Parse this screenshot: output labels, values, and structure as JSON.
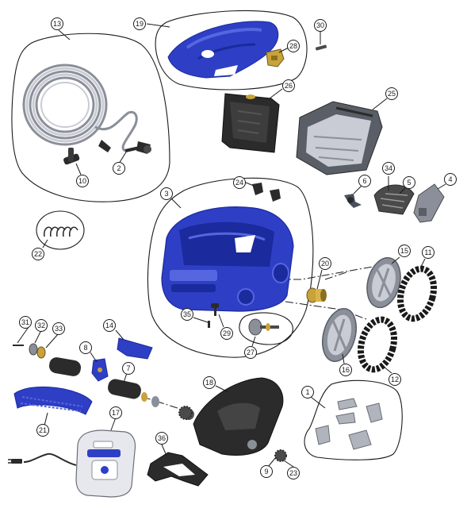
{
  "colors": {
    "blue_dark": "#1b2a9c",
    "blue_mid": "#2e3fc6",
    "blue_light": "#5566e0",
    "gray_dark": "#2b2b2b",
    "gray_mid": "#8a8f99",
    "gray_light": "#c9ccd4",
    "brass": "#c9a23a",
    "outline": "#1a1a1a"
  },
  "callouts": [
    {
      "id": "cable-assembly",
      "label": "13"
    },
    {
      "id": "top-cover",
      "label": "19"
    },
    {
      "id": "latch-clip",
      "label": "28"
    },
    {
      "id": "small-screw",
      "label": "30"
    },
    {
      "id": "swivel",
      "label": "10"
    },
    {
      "id": "cable-connector",
      "label": "2"
    },
    {
      "id": "filter-basket-frame",
      "label": "26"
    },
    {
      "id": "filter-canister",
      "label": "25"
    },
    {
      "id": "chassis-body",
      "label": "3"
    },
    {
      "id": "body-clips",
      "label": "24"
    },
    {
      "id": "impeller",
      "label": "6"
    },
    {
      "id": "propeller-guard",
      "label": "34"
    },
    {
      "id": "motor-cover",
      "label": "5"
    },
    {
      "id": "nozzle",
      "label": "4"
    },
    {
      "id": "clip-set",
      "label": "22"
    },
    {
      "id": "axle-bushing",
      "label": "20"
    },
    {
      "id": "wheel-front",
      "label": "15"
    },
    {
      "id": "tire-front",
      "label": "11"
    },
    {
      "id": "small-pin",
      "label": "35"
    },
    {
      "id": "body-screw",
      "label": "29"
    },
    {
      "id": "wheel-rear",
      "label": "16"
    },
    {
      "id": "tire-rear",
      "label": "12"
    },
    {
      "id": "gear-axle-kit",
      "label": "27"
    },
    {
      "id": "pin",
      "label": "31"
    },
    {
      "id": "washer",
      "label": "32"
    },
    {
      "id": "bearing",
      "label": "33"
    },
    {
      "id": "side-flap",
      "label": "14"
    },
    {
      "id": "brush-holder",
      "label": "8"
    },
    {
      "id": "brush-roller",
      "label": "7"
    },
    {
      "id": "bottom-plate",
      "label": "18"
    },
    {
      "id": "accessory-parts",
      "label": "1"
    },
    {
      "id": "brush",
      "label": "21"
    },
    {
      "id": "power-supply",
      "label": "17"
    },
    {
      "id": "handle",
      "label": "36"
    },
    {
      "id": "drive-pulley",
      "label": "9"
    },
    {
      "id": "gear",
      "label": "23"
    }
  ]
}
